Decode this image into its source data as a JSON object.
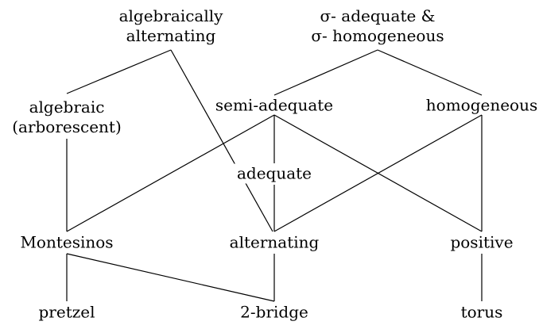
{
  "diagram": {
    "nodes": [
      {
        "id": "alg-alt",
        "lines": [
          "algebraically",
          "alternating"
        ]
      },
      {
        "id": "sigma",
        "lines": [
          "σ- adequate &",
          "σ- homogeneous"
        ]
      },
      {
        "id": "algebraic",
        "lines": [
          "algebraic",
          "(arborescent)"
        ]
      },
      {
        "id": "semi-adequate",
        "lines": [
          "semi-adequate"
        ]
      },
      {
        "id": "homogeneous",
        "lines": [
          "homogeneous"
        ]
      },
      {
        "id": "adequate",
        "lines": [
          "adequate"
        ]
      },
      {
        "id": "montesinos",
        "lines": [
          "Montesinos"
        ]
      },
      {
        "id": "alternating",
        "lines": [
          "alternating"
        ]
      },
      {
        "id": "positive",
        "lines": [
          "positive"
        ]
      },
      {
        "id": "pretzel",
        "lines": [
          "pretzel"
        ]
      },
      {
        "id": "two-bridge",
        "lines": [
          "2-bridge"
        ]
      },
      {
        "id": "torus",
        "lines": [
          "torus"
        ]
      }
    ],
    "edges": [
      [
        "alg-alt",
        "algebraic"
      ],
      [
        "alg-alt",
        "alternating"
      ],
      [
        "sigma",
        "semi-adequate"
      ],
      [
        "sigma",
        "homogeneous"
      ],
      [
        "algebraic",
        "montesinos"
      ],
      [
        "semi-adequate",
        "montesinos"
      ],
      [
        "semi-adequate",
        "adequate"
      ],
      [
        "semi-adequate",
        "positive"
      ],
      [
        "homogeneous",
        "alternating"
      ],
      [
        "homogeneous",
        "positive"
      ],
      [
        "adequate",
        "alternating"
      ],
      [
        "montesinos",
        "pretzel"
      ],
      [
        "montesinos",
        "two-bridge"
      ],
      [
        "alternating",
        "two-bridge"
      ],
      [
        "positive",
        "torus"
      ]
    ]
  }
}
